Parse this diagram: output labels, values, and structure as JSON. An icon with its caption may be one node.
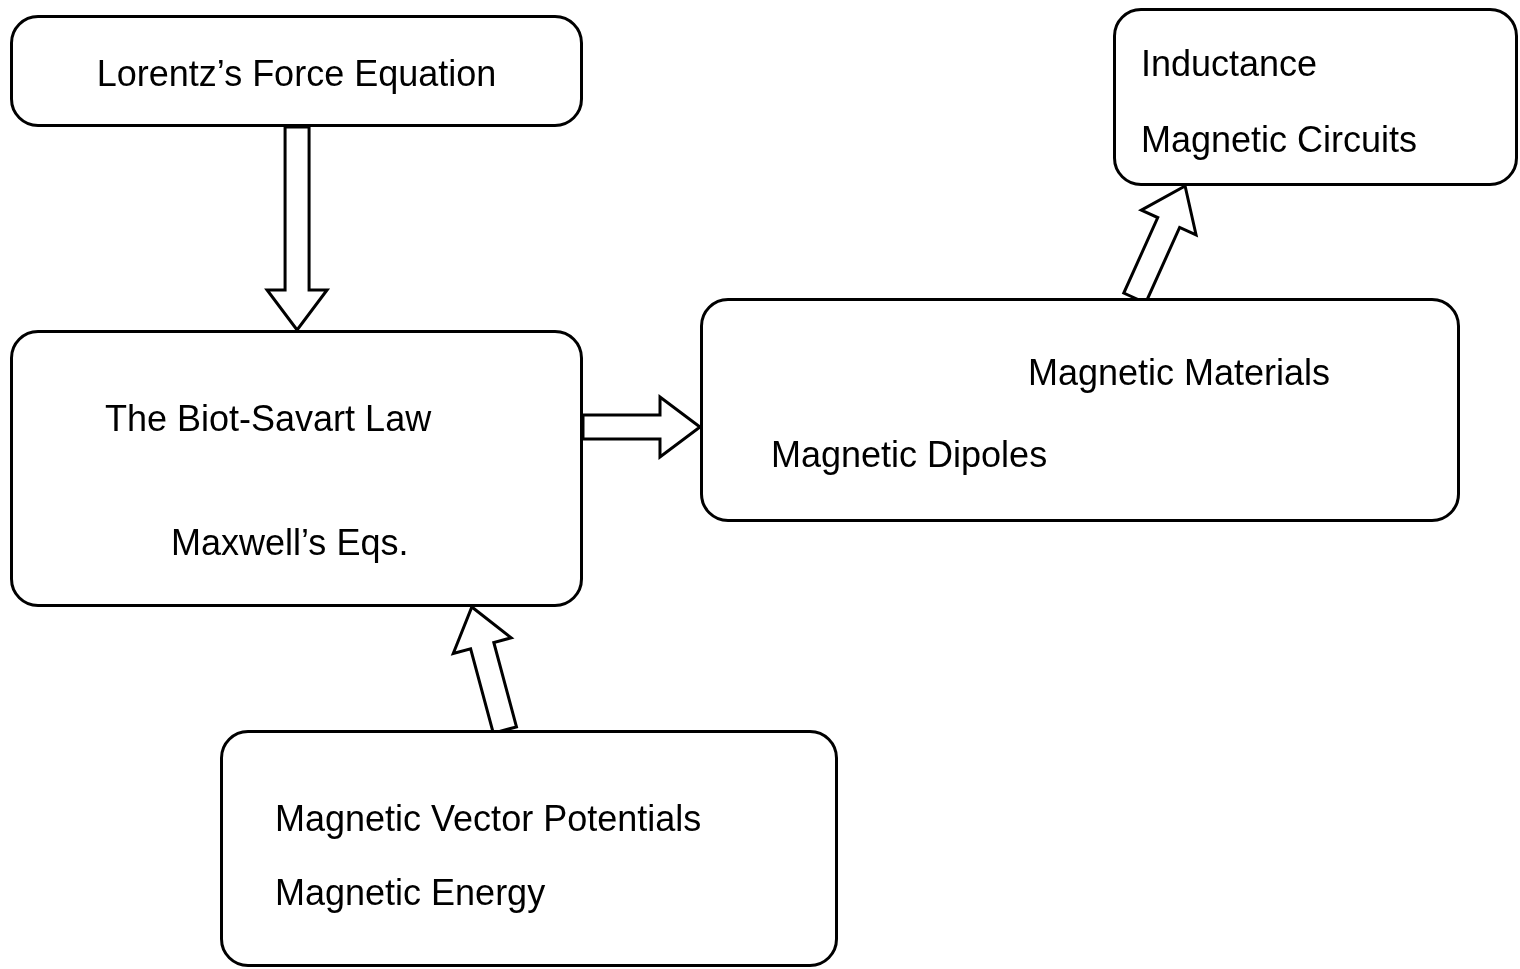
{
  "diagram": {
    "nodes": [
      {
        "text": [
          "Lorentz’s Force Equation"
        ]
      },
      {
        "text": [
          "The Biot-Savart Law",
          "Maxwell’s Eqs."
        ]
      },
      {
        "text": [
          "Magnetic Materials",
          "Magnetic Dipoles"
        ]
      },
      {
        "text": [
          "Inductance",
          "Magnetic Circuits"
        ]
      },
      {
        "text": [
          "Magnetic Vector Potentials",
          "Magnetic Energy"
        ]
      }
    ],
    "edges": [
      {
        "from": 0,
        "to": 1,
        "arrow": "to"
      },
      {
        "from": 1,
        "to": 2,
        "arrow": "to"
      },
      {
        "from": 4,
        "to": 1,
        "arrow": "to"
      },
      {
        "from": 2,
        "to": 3,
        "arrow": "to"
      }
    ]
  }
}
